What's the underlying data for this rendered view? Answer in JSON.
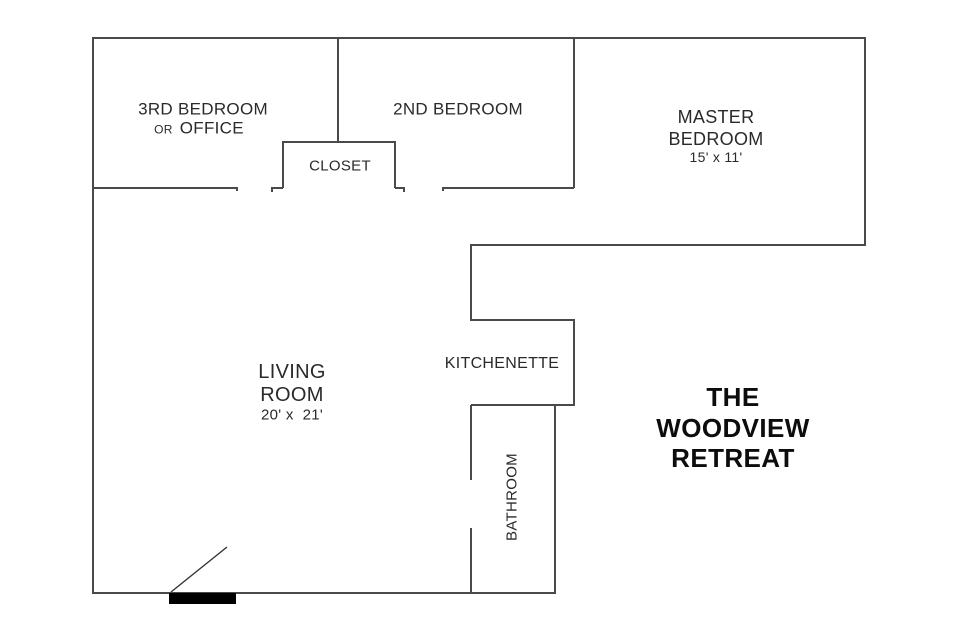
{
  "colors": {
    "background": "#ffffff",
    "wall": "#4a4a4a",
    "text": "#2a2a2a",
    "title": "#0d0d0d",
    "door_threshold": "#000000"
  },
  "labels": {
    "bedroom3": {
      "name": "3RD BEDROOM",
      "alt_prefix": "OR",
      "alt": "OFFICE"
    },
    "bedroom2": {
      "name": "2ND BEDROOM"
    },
    "closet": {
      "name": "CLOSET"
    },
    "master": {
      "line1": "MASTER",
      "line2": "BEDROOM",
      "dims": "15' x 11'"
    },
    "living": {
      "line1": "LIVING",
      "line2": "ROOM",
      "dims": "20' x  21'"
    },
    "kitchenette": {
      "name": "KITCHENETTE"
    },
    "bathroom": {
      "name": "BATHROOM"
    },
    "title": {
      "line1": "THE",
      "line2": "WOODVIEW",
      "line3": "RETREAT"
    }
  }
}
